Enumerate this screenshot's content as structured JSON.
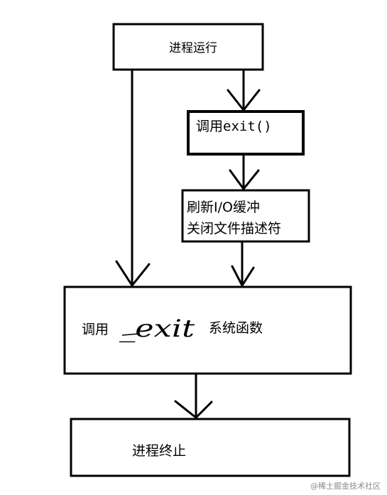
{
  "diagram": {
    "nodes": {
      "start": {
        "label": "进程运行"
      },
      "call_exit": {
        "label": "调用exit()"
      },
      "flush": {
        "line1": "刷新I/O缓冲",
        "line2": "关闭文件描述符"
      },
      "call_sys": {
        "prefix": "调用",
        "func": "_exit",
        "suffix": "系统函数"
      },
      "end": {
        "label": "进程终止"
      }
    },
    "watermark": "@稀土掘金技术社区",
    "colors": {
      "stroke": "#000000",
      "background": "#ffffff",
      "watermark": "#8a8a8a"
    }
  }
}
